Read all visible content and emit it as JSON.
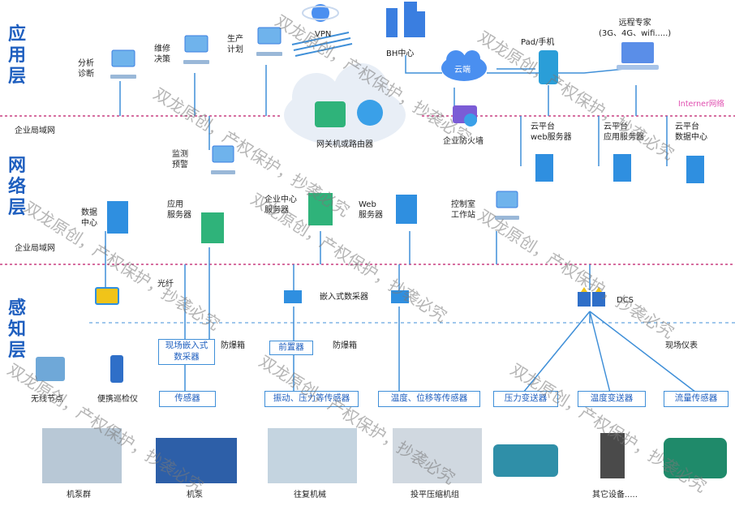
{
  "layers": {
    "application": "应用层",
    "network": "网络层",
    "sensing": "感知层"
  },
  "lan_labels": [
    "企业局域网",
    "企业局域网"
  ],
  "internet_label": "Interner网络",
  "app_nodes": {
    "analysis": [
      "分析",
      "诊断"
    ],
    "maintenance": [
      "维修",
      "决策"
    ],
    "production": [
      "生产",
      "计划"
    ],
    "vpn": "VPN",
    "bh_center": "BH中心",
    "pad": "Pad/手机",
    "remote_expert": [
      "远程专家",
      "(3G、4G、wifi.....)"
    ],
    "cloud": "云端"
  },
  "network_nodes": {
    "gateway": "网关机或路由器",
    "firewall": "企业防火墙",
    "cloud_web": [
      "云平台",
      "web服务器"
    ],
    "cloud_app": [
      "云平台",
      "应用服务器"
    ],
    "cloud_data": [
      "云平台",
      "数据中心"
    ],
    "monitor": [
      "监测",
      "预警"
    ],
    "data_center": [
      "数据",
      "中心"
    ],
    "app_server": [
      "应用",
      "服务器"
    ],
    "enterprise_server": [
      "企业中心",
      "服务器"
    ],
    "web_server": [
      "Web",
      "服务器"
    ],
    "control_room": [
      "控制室",
      "工作站"
    ]
  },
  "sensing_nodes": {
    "fiber": "光纤",
    "embedded": "嵌入式数采器",
    "dcs": "DCS",
    "onsite_collector": [
      "现场嵌入式",
      "数采器"
    ],
    "explosion_box_1": "防爆箱",
    "front_end": "前置器",
    "explosion_box_2": "防爆箱",
    "field_instruments": "现场仪表",
    "wireless_node": "无线节点",
    "portable_inspector": "便携巡检仪"
  },
  "sensors": [
    "传感器",
    "振动、压力等传感器",
    "温度、位移等传感器",
    "压力变送器",
    "温度变送器",
    "流量传感器"
  ],
  "equipment": [
    "机泵群",
    "机泵",
    "往复机械",
    "投平压缩机组",
    "其它设备....."
  ],
  "watermark": "双龙原创，产权保护，抄袭必究",
  "colors": {
    "layer_text": "#1f5fbf",
    "box_border": "#3f8fd8",
    "lan_line": "#d66ea0",
    "wire": "#3f8fd8"
  }
}
